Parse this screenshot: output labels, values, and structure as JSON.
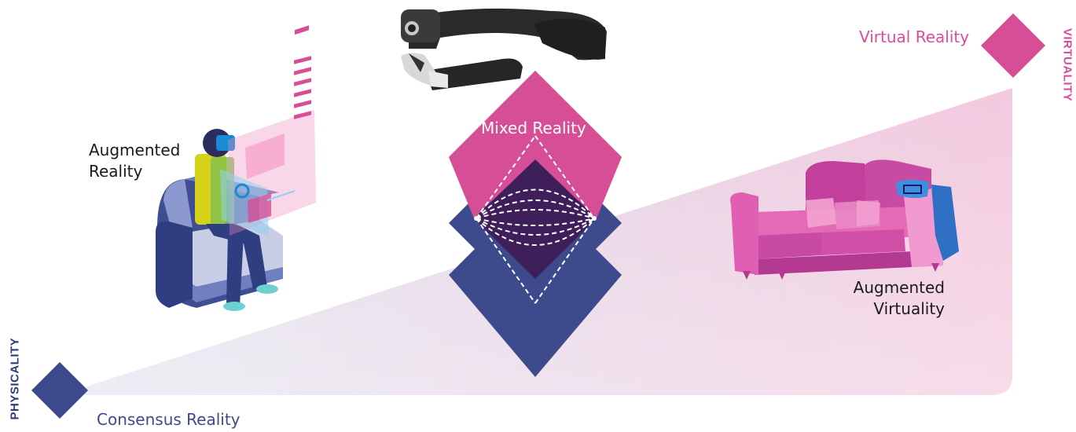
{
  "labels": {
    "consensus_reality": "Consensus Reality",
    "augmented_reality": "Augmented\nReality",
    "mixed_reality": "Mixed Reality",
    "augmented_virtuality": "Augmented\nVirtuality",
    "virtual_reality": "Virtual Reality",
    "physicality": "PHYSICALITY",
    "virtuality": "VIRTUALITY"
  },
  "colors": {
    "magenta": "#d64f96",
    "navy": "#3d4a8c",
    "overlap": "#3f1f5a",
    "text": "#1a1a1a",
    "axis_physical": "#2f3b7a",
    "axis_virtual": "#d64f96"
  },
  "icons": {
    "glasses": "smart-glasses-headset",
    "ar_person": "person-with-vr-headset-on-sofa",
    "couch": "couch-with-virtual-overlay"
  }
}
